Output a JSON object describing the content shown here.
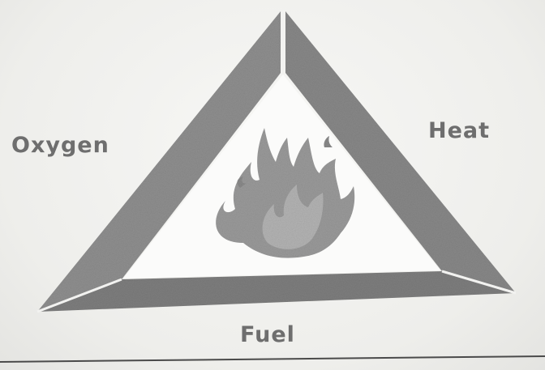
{
  "diagram": {
    "sides": {
      "left": "Oxygen",
      "right": "Heat",
      "bottom": "Fuel"
    },
    "center_icon": "fire-icon",
    "colors": {
      "frame": "#8f8f8f",
      "frame_dark": "#7a7a7a",
      "flame": "#9a9a9a",
      "label": "#6e6e6e"
    }
  }
}
